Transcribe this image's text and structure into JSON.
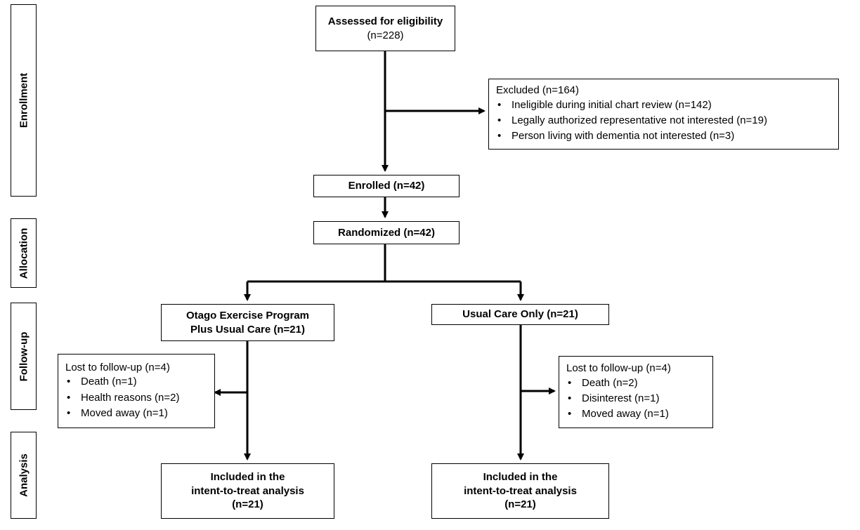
{
  "stages": [
    "Enrollment",
    "Allocation",
    "Follow-up",
    "Analysis"
  ],
  "assessed": {
    "title": "Assessed for eligibility",
    "n": "(n=228)"
  },
  "excluded": {
    "title": "Excluded (n=164)",
    "items": [
      "Ineligible during initial chart review (n=142)",
      "Legally authorized representative not interested (n=19)",
      "Person living with dementia not interested (n=3)"
    ]
  },
  "enrolled": "Enrolled (n=42)",
  "randomized": "Randomized (n=42)",
  "arm_intervention": {
    "line1": "Otago Exercise Program",
    "line2": "Plus Usual Care (n=21)"
  },
  "arm_control": "Usual Care Only (n=21)",
  "lost_left": {
    "title": "Lost to follow-up (n=4)",
    "items": [
      "Death (n=1)",
      "Health reasons (n=2)",
      "Moved away (n=1)"
    ]
  },
  "lost_right": {
    "title": "Lost to follow-up (n=4)",
    "items": [
      "Death (n=2)",
      "Disinterest (n=1)",
      "Moved away (n=1)"
    ]
  },
  "analysis_left": {
    "line1": "Included in the",
    "line2": "intent-to-treat analysis",
    "line3": "(n=21)"
  },
  "analysis_right": {
    "line1": "Included in the",
    "line2": "intent-to-treat analysis",
    "line3": "(n=21)"
  }
}
